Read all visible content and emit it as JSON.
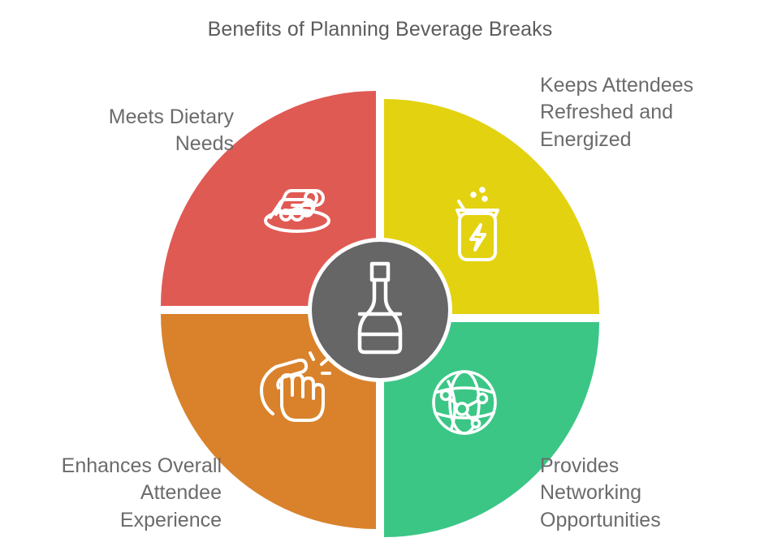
{
  "title": "Benefits of Planning Beverage Breaks",
  "center": {
    "icon": "bottle-icon",
    "color": "#666666",
    "ring_color": "#ffffff"
  },
  "background": "#ffffff",
  "title_color": "#5c5c5c",
  "label_color": "#6b6b6b",
  "quadrants": [
    {
      "id": "dietary",
      "label": "Meets Dietary\nNeeds",
      "color": "#E05A54",
      "icon": "food-platter-icon",
      "position": "top-left"
    },
    {
      "id": "refreshed",
      "label": "Keeps Attendees\nRefreshed and\nEnergized",
      "color": "#E3D210",
      "icon": "energy-can-icon",
      "position": "top-right"
    },
    {
      "id": "networking",
      "label": "Provides\nNetworking\nOpportunities",
      "color": "#3BC686",
      "icon": "globe-network-icon",
      "position": "bottom-right"
    },
    {
      "id": "experience",
      "label": "Enhances Overall\nAttendee\nExperience",
      "color": "#D9822B",
      "icon": "clapping-hands-icon",
      "position": "bottom-left"
    }
  ]
}
